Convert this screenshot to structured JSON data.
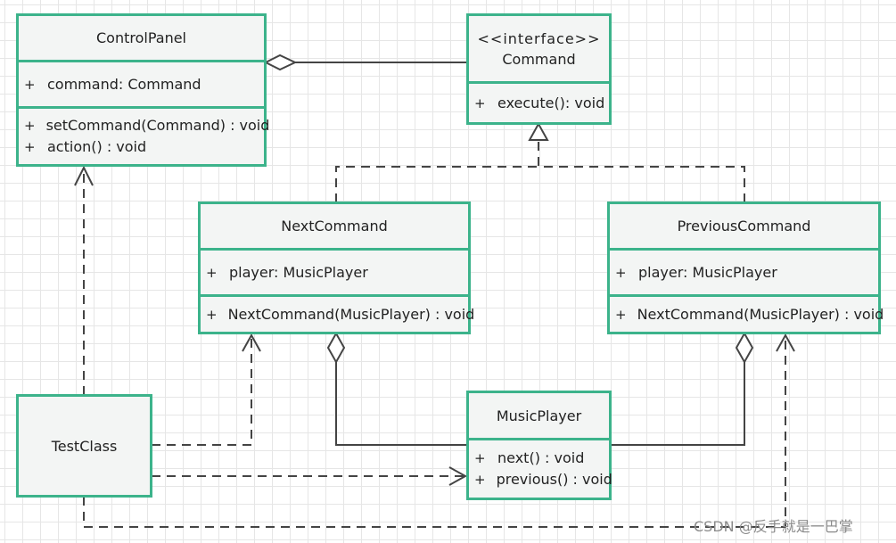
{
  "diagram": {
    "classes": {
      "control_panel": {
        "name": "ControlPanel",
        "attributes": [
          {
            "vis": "+",
            "text": "command: Command"
          }
        ],
        "methods": [
          {
            "vis": "+",
            "text": "setCommand(Command) : void"
          },
          {
            "vis": "+",
            "text": "action() : void"
          }
        ]
      },
      "command": {
        "stereotype": "<<interface>>",
        "name": "Command",
        "methods": [
          {
            "vis": "+",
            "text": "execute(): void"
          }
        ]
      },
      "next_command": {
        "name": "NextCommand",
        "attributes": [
          {
            "vis": "+",
            "text": "player: MusicPlayer"
          }
        ],
        "methods": [
          {
            "vis": "+",
            "text": "NextCommand(MusicPlayer) : void"
          }
        ]
      },
      "previous_command": {
        "name": "PreviousCommand",
        "attributes": [
          {
            "vis": "+",
            "text": "player: MusicPlayer"
          }
        ],
        "methods": [
          {
            "vis": "+",
            "text": "NextCommand(MusicPlayer) : void"
          }
        ]
      },
      "music_player": {
        "name": "MusicPlayer",
        "methods": [
          {
            "vis": "+",
            "text": "next() : void"
          },
          {
            "vis": "+",
            "text": "previous() : void"
          }
        ]
      },
      "test_class": {
        "name": "TestClass"
      }
    },
    "relations": [
      {
        "type": "aggregation",
        "from": "ControlPanel",
        "to": "Command"
      },
      {
        "type": "realization",
        "from": "NextCommand",
        "to": "Command"
      },
      {
        "type": "realization",
        "from": "PreviousCommand",
        "to": "Command"
      },
      {
        "type": "aggregation",
        "from": "NextCommand",
        "to": "MusicPlayer"
      },
      {
        "type": "aggregation",
        "from": "PreviousCommand",
        "to": "MusicPlayer"
      },
      {
        "type": "dependency",
        "from": "TestClass",
        "to": "ControlPanel"
      },
      {
        "type": "dependency",
        "from": "TestClass",
        "to": "NextCommand"
      },
      {
        "type": "dependency",
        "from": "TestClass",
        "to": "MusicPlayer"
      },
      {
        "type": "dependency",
        "from": "TestClass",
        "to": "PreviousCommand"
      }
    ],
    "colors": {
      "border": "#3cb38b",
      "fill": "#f3f5f4",
      "line": "#444444"
    }
  },
  "watermark": "CSDN @反手就是一巴掌"
}
